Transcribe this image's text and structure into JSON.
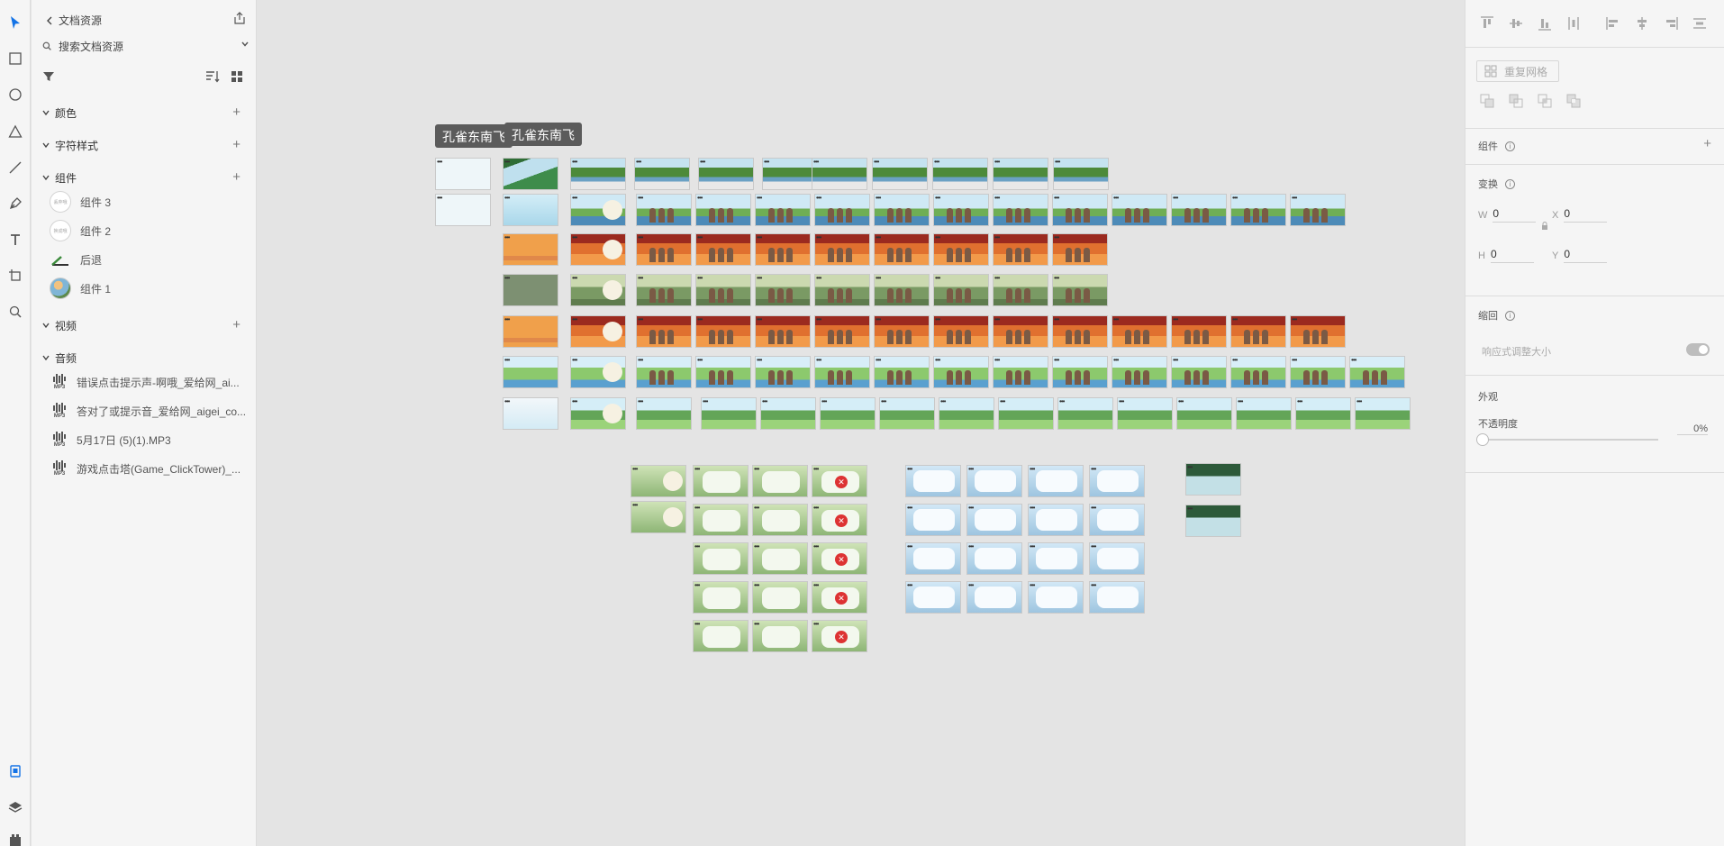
{
  "assets_panel": {
    "back_label": "文档资源",
    "search_placeholder": "搜索文档资源",
    "sections": {
      "colors": "颜色",
      "char_styles": "字符样式",
      "components": "组件",
      "videos": "视频",
      "audio": "音频"
    },
    "components": [
      {
        "name": "组件 3",
        "thumb_text": "丢弃哦"
      },
      {
        "name": "组件 2",
        "thumb_text": "换成哦"
      },
      {
        "name": "后退"
      },
      {
        "name": "组件 1"
      }
    ],
    "audio_badge": "MP3",
    "audio_files": [
      "错误点击提示声-啊哦_爱给网_ai...",
      "答对了或提示音_爱给网_aigei_co...",
      "5月17日 (5)(1).MP3",
      "游戏点击塔(Game_ClickTower)_..."
    ]
  },
  "canvas": {
    "tooltips": [
      "孔雀东南飞",
      "孔雀东南飞"
    ]
  },
  "inspector": {
    "repeat_grid": "重复网格",
    "component_label": "组件",
    "transform_label": "变换",
    "w_label": "W",
    "w_value": "0",
    "x_label": "X",
    "x_value": "0",
    "h_label": "H",
    "h_value": "0",
    "y_label": "Y",
    "y_value": "0",
    "scaling_label": "缩回",
    "responsive_label": "响应式调整大小",
    "appearance_label": "外观",
    "opacity_label": "不透明度",
    "opacity_value": "0%"
  },
  "colors": {
    "accent": "#1473e6",
    "panel_bg": "#f5f5f5",
    "canvas_bg": "#e4e4e4"
  }
}
